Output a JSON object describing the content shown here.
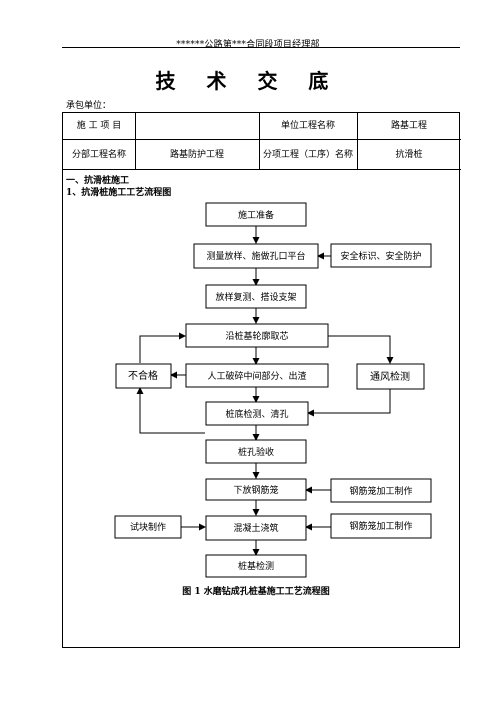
{
  "header": {
    "text": "******公路第***合同段项目经理部"
  },
  "title": "技 术 交 底",
  "contractor_label": "承包单位：",
  "info_table": {
    "row1": {
      "c1": "施 工 项 目",
      "c2": "",
      "c3": "单位工程名称",
      "c4": "路基工程"
    },
    "row2": {
      "c1": "分部工程名称",
      "c2": "路基防护工程",
      "c3": "分项工程（工序）名称",
      "c4": "抗滑桩"
    }
  },
  "section": {
    "heading1": "一、抗滑桩施工",
    "heading2": "1、抗滑桩施工工艺流程图"
  },
  "flowchart": {
    "nodes": {
      "prep": "施工准备",
      "survey": "测量放样、施做孔口平台",
      "safety": "安全标识、安全防护",
      "recheck": "放样复测、搭设支架",
      "excavate": "沿桩基轮廓取芯",
      "unqualified": "不合格",
      "crush": "人工破碎中间部分、出渣",
      "ventilation": "通风检测",
      "bottom_check": "桩底检测、清孔",
      "hole_accept": "桩孔验收",
      "cage_lower": "下放钢筋笼",
      "cage_make_1": "钢筋笼加工制作",
      "test_block": "试块制作",
      "pour": "混凝土浇筑",
      "cage_make_2": "钢筋笼加工制作",
      "pile_check": "桩基检测"
    },
    "caption": "图 1 水磨钻成孔桩基施工工艺流程图"
  }
}
